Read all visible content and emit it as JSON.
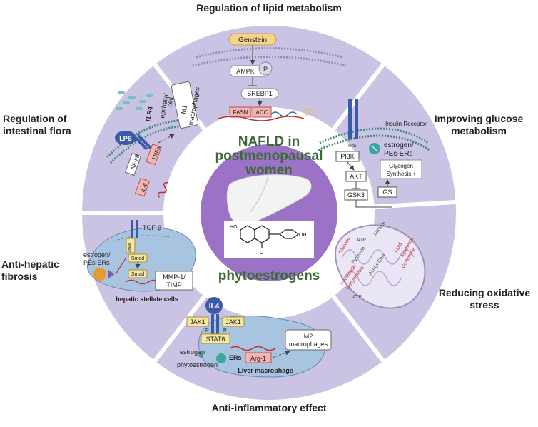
{
  "outer_labels": {
    "lipid": "Regulation of lipid metabolism",
    "glucose": "Improving glucose metabolism",
    "oxidative": "Reducing oxidative stress",
    "inflammatory": "Anti-inflammatory effect",
    "fibrosis": "Anti-hepatic fibrosis",
    "flora": "Regulation of intestinal flora"
  },
  "center": {
    "title_line1": "NAFLD in",
    "title_line2": "postmenopausal",
    "title_line3": "women",
    "subtitle": "phytoestrogens"
  },
  "lipid_panel": {
    "genstein": "Genstein",
    "ampk": "AMPK",
    "p": "P",
    "srebp1": "SREBP1",
    "fasn": "FASN",
    "acc": "ACC"
  },
  "glucose_panel": {
    "insulin_receptor": "Insulin Receptor",
    "irs": "IRS",
    "pi3k": "PI3K",
    "akt": "AKT",
    "gsk3": "GSK3",
    "gs": "GS",
    "estrogen_line1": "estrogen/",
    "estrogen_line2": "PEs-ERs",
    "glycogen_line1": "Glycogen",
    "glycogen_line2": "Synthesis ↑"
  },
  "oxidative_panel": {
    "glucose": "Glucose",
    "atp1": "ATP",
    "lactate": "Lactate",
    "pyruvate": "Pyruvate",
    "acetyl": "Acetyl-CoA",
    "lipid_line1": "Lipid",
    "lipid_line2": "synthesis",
    "glutamine": "Glutamine",
    "nucleotide_line1": "Nucleotide",
    "nucleotide_line2": "biosynthesis",
    "atp2": "ATP"
  },
  "inflammatory_panel": {
    "il4": "IL4",
    "jak1_left": "JAK1",
    "jak1_right": "JAK1",
    "p_left": "P",
    "p_right": "P",
    "stat6": "STAT6",
    "estrogen": "estrogen",
    "phytoestrogen": "phytoestrogen",
    "ers": "ERs",
    "arg1": "Arg-1",
    "m2_line1": "M2",
    "m2_line2": "macrophages",
    "cell": "Liver macrophage"
  },
  "fibrosis_panel": {
    "tgfb": "TGF-β",
    "smad1": "Smad",
    "smad2": "Smad",
    "smad3": "Smad",
    "estrogen_line1": "estrogen/",
    "estrogen_line2": "PEs-ERs",
    "mmp_line1": "MMP-1/",
    "mmp_line2": "TIMP",
    "cell": "hepatic stellate cells"
  },
  "flora_panel": {
    "lps": "LPS",
    "tlr4": "TLR4",
    "epithelial_line1": "epithelial",
    "epithelial_line2": "cell",
    "m1_line1": "M1",
    "m1_line2": "macrophages",
    "nfkb": "NF-kB",
    "tnfa": "TNFα",
    "il6": "IL-6"
  },
  "colors": {
    "ring": "#cbc3e3",
    "inner": "#9b72c6",
    "title_green": "#3a6b35",
    "liver": "#f3f3f3"
  }
}
